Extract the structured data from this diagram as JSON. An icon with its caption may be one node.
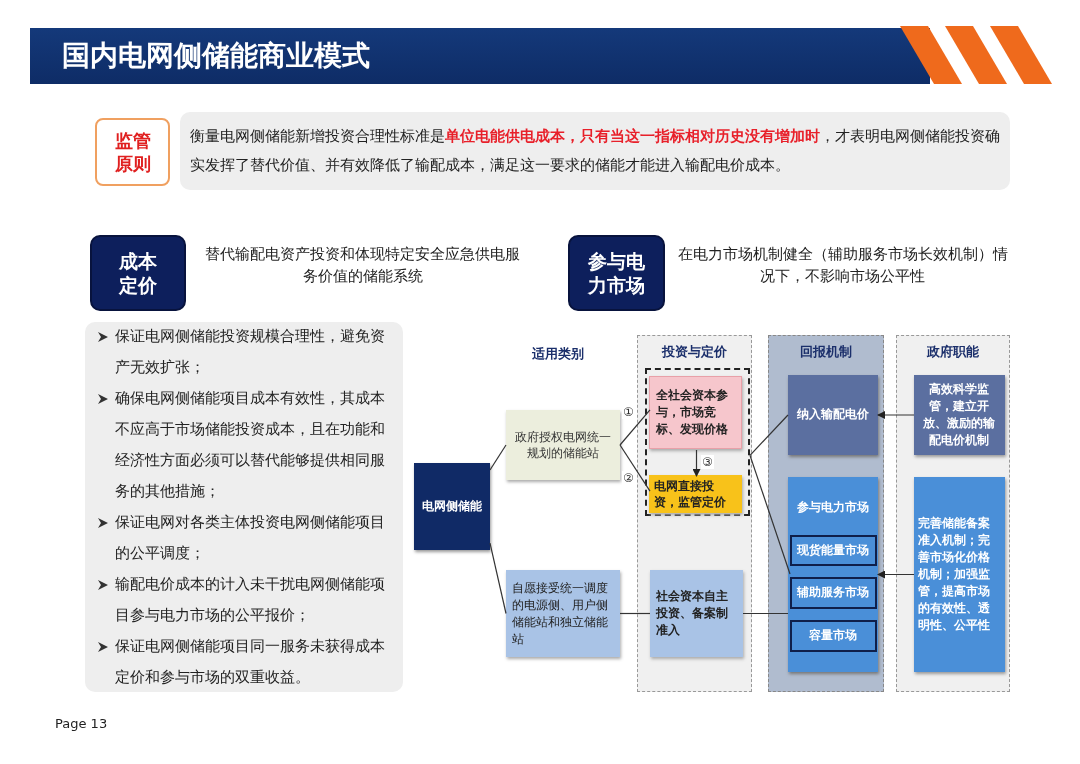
{
  "diagram": {
    "title": "国内电网侧储能商业模式",
    "nodes": [
      {
        "text": [
          "监管原则"
        ]
      },
      {
        "text": [
          "衡量电网侧储能新增投资合理性标准是**单位电能供电成本，只有当这一指标相对历史没有增加时**，才表明电网侧储能投资确实发挥了替代价值、并有效降低了输配成本，满足这一要求的储能才能进入输配电价成本。"
        ]
      },
      {
        "text": [
          "成本定价"
        ],
        "beside": [
          "替代输配电资产投资和体现特定安全应急供电服务价值的储能系统"
        ]
      },
      {
        "text": [
          "参与电力市场"
        ],
        "beside": [
          "在电力市场机制健全（辅助服务市场长效机制）情况下，不影响市场公平性"
        ]
      },
      {
        "text": [
          "保证电网侧储能投资规模合理性，避免资产无效扩张；",
          "确保电网侧储能项目成本有效性，其成本不应高于市场储能投资成本，且在功能和经济性方面必须可以替代能够提供相同服务的其他措施；",
          "保证电网对各类主体投资电网侧储能项目的公平调度；",
          "输配电价成本的计入未干扰电网侧储能项目参与电力市场的公平报价；",
          "保证电网侧储能项目同一服务未获得成本定价和参与市场的双重收益。"
        ]
      },
      {
        "text": [
          "投资与定价"
        ]
      },
      {
        "text": [
          "回报机制"
        ]
      },
      {
        "text": [
          "政府职能"
        ]
      },
      {
        "text": [
          "电网侧储能"
        ]
      },
      {
        "text": [
          "政府授权电网统一规划的储能站"
        ]
      },
      {
        "text": [
          "自愿接受统一调度的电源侧、用户侧储能站和独立储能站"
        ]
      },
      {
        "text": [],
        "shape": "box",
        "in": 5
      },
      {
        "text": [
          "全社会资本参与，市场竞标、发现价格"
        ],
        "in": 11
      },
      {
        "text": [
          "电网直接投资，监管定价"
        ],
        "in": 11
      },
      {
        "text": [
          "社会资本自主投资、备案制准入"
        ],
        "in": 5
      },
      {
        "text": [
          "纳入输配电价"
        ],
        "in": 6
      },
      {
        "text": [
          "参与电力市场"
        ],
        "in": 6
      },
      {
        "text": [
          "现货能量市场"
        ],
        "in": 16
      },
      {
        "text": [
          "辅助服务市场"
        ],
        "in": 16
      },
      {
        "text": [
          "容量市场"
        ],
        "in": 16
      },
      {
        "text": [
          "高效科学监管，建立开放、激励的输配电价机制"
        ],
        "in": 7
      },
      {
        "text": [
          "完善储能备案准入机制；完善市场化价格机制；加强监管，提高市场的有效性、透明性、公平性"
        ],
        "in": 7
      }
    ],
    "edges": [
      {
        "from": 8,
        "to": 9,
        "arrow": "none"
      },
      {
        "from": 8,
        "to": 10,
        "arrow": "none"
      },
      {
        "from": 9,
        "to": 12,
        "arrow": "none",
        "label": "①"
      },
      {
        "from": 9,
        "to": 13,
        "arrow": "none",
        "label": "②"
      },
      {
        "from": 12,
        "to": 13,
        "arrow": "to",
        "label": "③"
      },
      {
        "from": 11,
        "to": 15,
        "arrow": "none"
      },
      {
        "from": 11,
        "to": 18,
        "arrow": "none"
      },
      {
        "from": 10,
        "to": 14,
        "arrow": "none"
      },
      {
        "from": 14,
        "to": 16,
        "arrow": "none"
      },
      {
        "from": 20,
        "to": 15,
        "arrow": "to"
      },
      {
        "from": 21,
        "to": 16,
        "arrow": "to"
      }
    ],
    "labels": [
      "适用类别",
      "Page 13"
    ]
  }
}
